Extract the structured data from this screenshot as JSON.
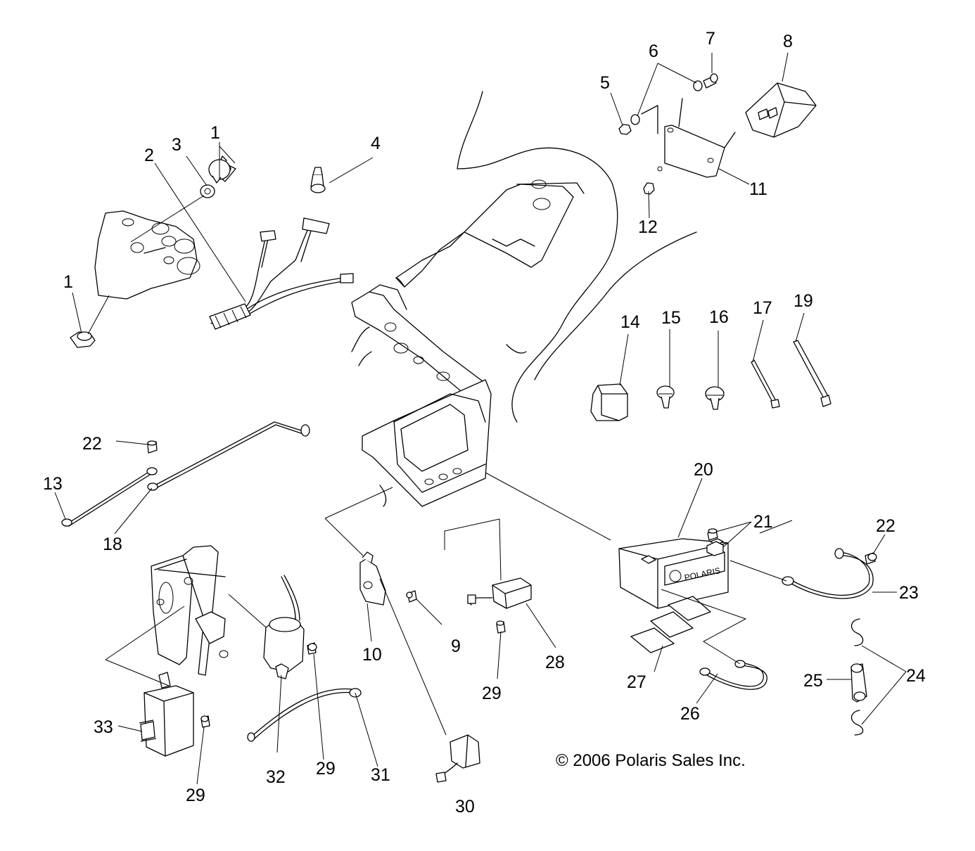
{
  "copyright": "© 2006 Polaris Sales Inc.",
  "battery_brand": "POLARIS",
  "callouts": [
    "1",
    "2",
    "3",
    "1",
    "4",
    "5",
    "6",
    "7",
    "8",
    "11",
    "12",
    "14",
    "15",
    "16",
    "17",
    "19",
    "22",
    "13",
    "18",
    "20",
    "21",
    "22",
    "23",
    "10",
    "9",
    "28",
    "29",
    "27",
    "26",
    "25",
    "24",
    "33",
    "32",
    "29",
    "31",
    "29",
    "30"
  ]
}
